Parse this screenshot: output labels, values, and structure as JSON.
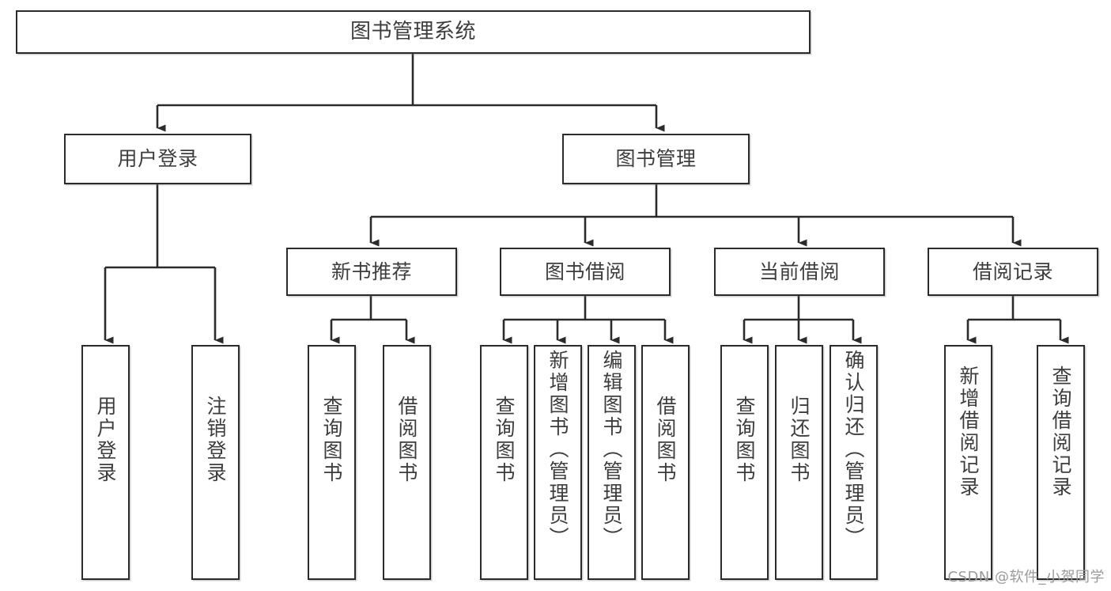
{
  "diagram": {
    "title": "图书管理系统",
    "type": "hierarchy-tree",
    "watermark": "CSDN @软件_小贺同学",
    "colors": {
      "box_border": "#2b2b2b",
      "box_fill": "#ffffff",
      "text": "#3d3d3d",
      "connector": "#2b2b2b",
      "watermark": "#9a9a9a"
    },
    "nodes": {
      "root": {
        "label": "图书管理系统"
      },
      "level2": [
        {
          "label": "用户登录"
        },
        {
          "label": "图书管理"
        }
      ],
      "level3": [
        {
          "label": "新书推荐"
        },
        {
          "label": "图书借阅"
        },
        {
          "label": "当前借阅"
        },
        {
          "label": "借阅记录"
        }
      ],
      "leaves": {
        "user_login": [
          {
            "label": "用户登录"
          },
          {
            "label": "注销登录"
          }
        ],
        "new_book_recommend": [
          {
            "label": "查询图书"
          },
          {
            "label": "借阅图书"
          }
        ],
        "book_borrow": [
          {
            "label": "查询图书"
          },
          {
            "label": "新增图书（管理员）"
          },
          {
            "label": "编辑图书（管理员）"
          },
          {
            "label": "借阅图书"
          }
        ],
        "current_borrow": [
          {
            "label": "查询图书"
          },
          {
            "label": "归还图书"
          },
          {
            "label": "确认归还（管理员）"
          }
        ],
        "borrow_record": [
          {
            "label": "新增借阅记录"
          },
          {
            "label": "查询借阅记录"
          }
        ]
      }
    }
  }
}
